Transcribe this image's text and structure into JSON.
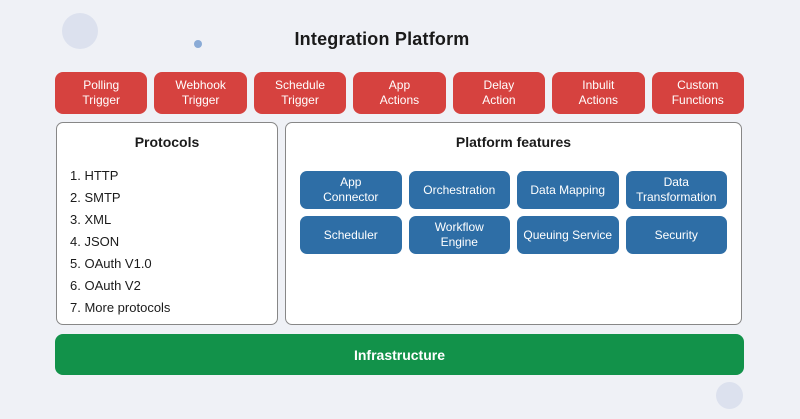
{
  "page": {
    "title": "Integration Platform"
  },
  "colors": {
    "background": "#eff1f6",
    "trigger_red": "#d6423f",
    "feature_blue": "#2e6ea6",
    "infrastructure_green": "#12924a",
    "panel_background": "#ffffff",
    "panel_border": "#878787",
    "decor_circle": "#dce1ee",
    "decor_dot": "#8aabd6",
    "text_dark": "#1b1b1b",
    "text_light": "#ffffff"
  },
  "triggers": [
    {
      "label": "Polling\nTrigger"
    },
    {
      "label": "Webhook\nTrigger"
    },
    {
      "label": "Schedule\nTrigger"
    },
    {
      "label": "App\nActions"
    },
    {
      "label": "Delay\nAction"
    },
    {
      "label": "Inbulit\nActions"
    },
    {
      "label": "Custom\nFunctions"
    }
  ],
  "protocols": {
    "title": "Protocols",
    "items": [
      "1. HTTP",
      "2. SMTP",
      "3. XML",
      "4. JSON",
      "5. OAuth V1.0",
      "6. OAuth V2",
      "7. More protocols"
    ]
  },
  "features": {
    "title": "Platform features",
    "items": [
      "App\nConnector",
      "Orchestration",
      "Data Mapping",
      "Data\nTransformation",
      "Scheduler",
      "Workflow\nEngine",
      "Queuing Service",
      "Security"
    ]
  },
  "infrastructure": {
    "label": "Infrastructure"
  }
}
